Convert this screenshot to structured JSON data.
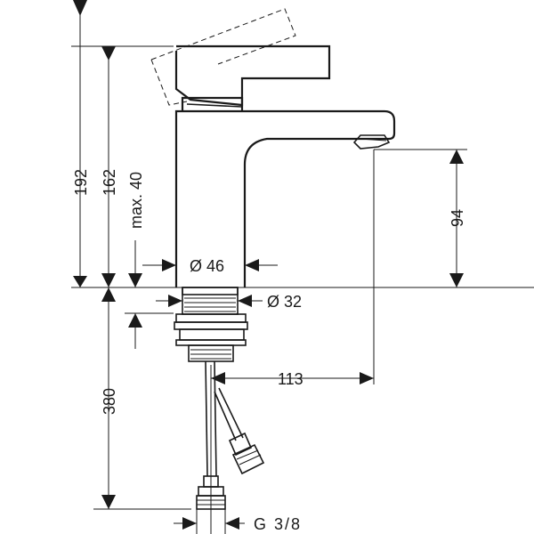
{
  "dimensions": {
    "total_height": "192",
    "body_height": "162",
    "lever_max": "max. 40",
    "spout_height": "94",
    "body_diameter": "Ø 46",
    "shank_diameter": "Ø 32",
    "spout_reach": "113",
    "hose_length": "380",
    "thread": "G 3/8"
  }
}
